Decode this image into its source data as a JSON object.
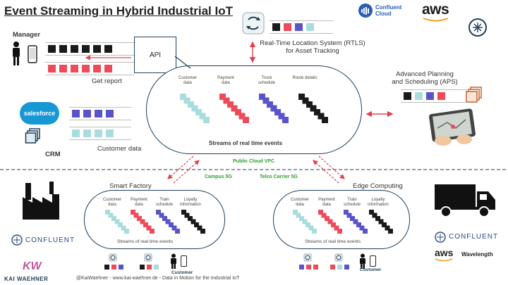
{
  "title": "Event Streaming in Hybrid Industrial IoT",
  "brands": {
    "confluent_cloud_line1": "Confluent",
    "confluent_cloud_line2": "Cloud",
    "aws": "aws",
    "confluent": "CONFLUENT",
    "aws_small": "aws",
    "wavelength": "Wavelength",
    "kai": "KAI WAEHNER",
    "kw": "KW"
  },
  "manager": {
    "label": "Manager",
    "api": "API",
    "get_report": "Get report"
  },
  "crm": {
    "label": "CRM",
    "salesforce": "salesforce",
    "customer_data": "Customer data"
  },
  "rtls": {
    "line1": "Real-Time Location System (RTLS)",
    "line2": "for Asset Tracking"
  },
  "aps": {
    "line1": "Advanced Planning",
    "line2": "and Scheduling (APS)"
  },
  "cloud": {
    "streams": [
      "Customer data",
      "Payment data",
      "Truck schedule",
      "Route details"
    ],
    "caption": "Streams of real time events",
    "vpc": "Public Cloud VPC"
  },
  "links": {
    "campus": "Campus 5G",
    "telco": "Telco Carrier 5G"
  },
  "factory": {
    "title": "Smart Factory",
    "streams": [
      "Customer data",
      "Payment data",
      "Train schedule",
      "Loyalty information"
    ],
    "caption": "Streams of real time events",
    "customer": "Customer"
  },
  "edge": {
    "title": "Edge Computing",
    "streams": [
      "Customer data",
      "Payment data",
      "Train schedule",
      "Loyalty information"
    ],
    "caption": "Streams of real time events",
    "customer": "Customer"
  },
  "footer": "@KaiWaehner - www.kai-waehner.de - Data in Motion for the Industrial IoT",
  "colors": {
    "black": "#1a1a1a",
    "red": "#ee4b5a",
    "purple": "#5a54c8",
    "cyan": "#a9dcdc",
    "navy": "#1d3f5a",
    "green": "#2e9e2e"
  }
}
